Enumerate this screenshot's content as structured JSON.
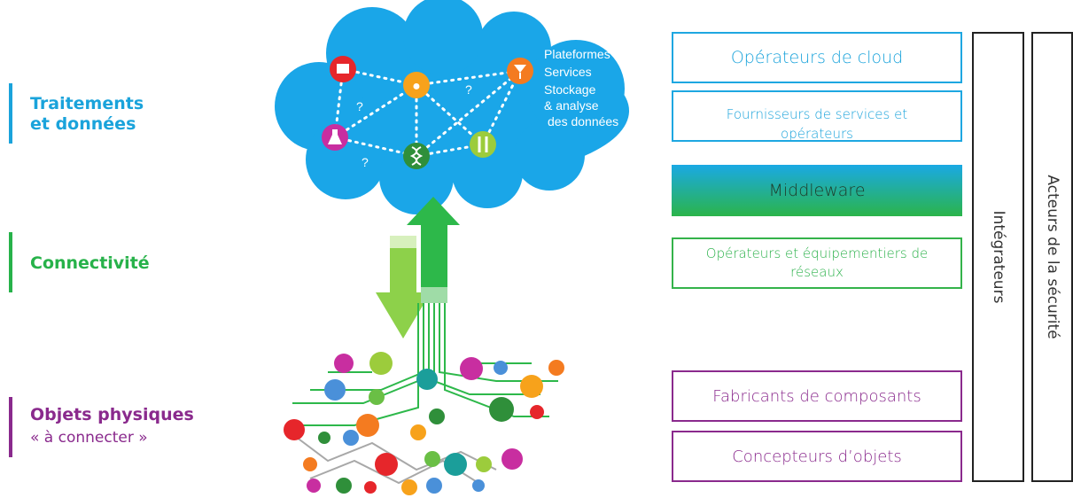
{
  "layers": {
    "processing": {
      "line1": "Traitements",
      "line2": "et données",
      "color": "#1aa3db"
    },
    "connectivity": {
      "title": "Connectivité",
      "color": "#27b24a"
    },
    "objects": {
      "title": "Objets physiques",
      "subtitle": "« à connecter »",
      "color": "#8a2a8d"
    }
  },
  "cloud": {
    "color": "#1aa6e8",
    "labels": [
      "Plateformes",
      "Services",
      "Stockage",
      "& analyse",
      "des données"
    ],
    "question_mark": "?",
    "icons": [
      "factory-icon",
      "runner-icon",
      "wine-glass-icon",
      "flask-icon",
      "dna-icon",
      "cutlery-icon"
    ]
  },
  "arrows": {
    "down_color": "#8dd14a",
    "up_color": "#2db84a"
  },
  "actors": {
    "cloud_operators": "Opérateurs de cloud",
    "service_providers": "Fournisseurs de services et",
    "service_providers_cut": "opérateurs",
    "middleware": "Middleware",
    "network_operators_line1": "Opérateurs et équipementiers de",
    "network_operators_line2": "réseaux",
    "component_makers": "Fabricants de composants",
    "object_designers": "Concepteurs d’objets"
  },
  "side": {
    "integrators": "Intégrateurs",
    "security": "Acteurs de la sécurité"
  }
}
